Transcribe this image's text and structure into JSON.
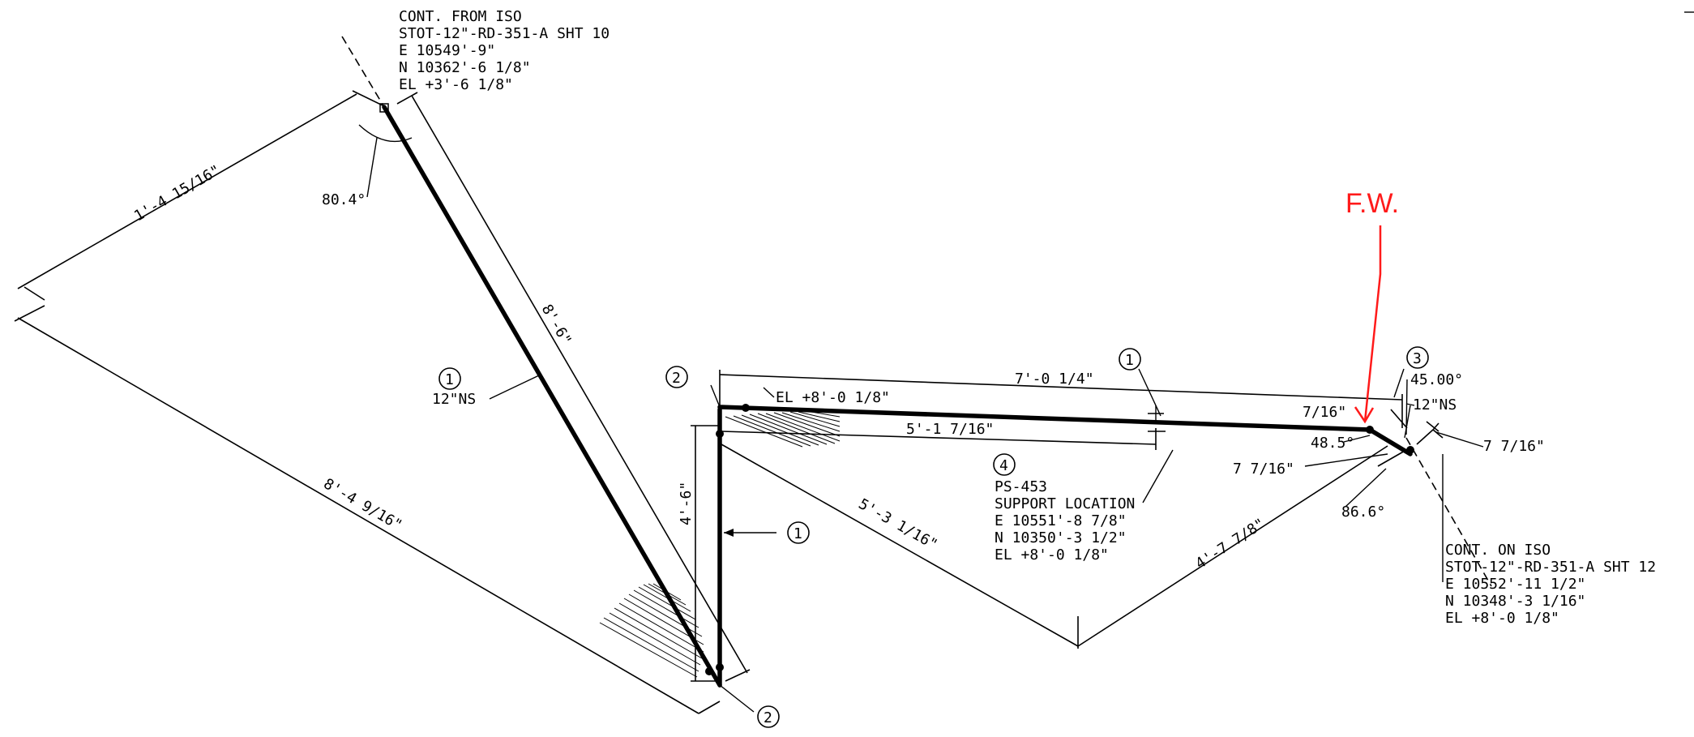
{
  "drawing": {
    "start_note": {
      "lines": [
        "CONT. FROM ISO",
        "STOT-12\"-RD-351-A SHT 10",
        "E 10549'-9\"",
        "N 10362'-6 1/8\"",
        "EL +3'-6 1/8\""
      ]
    },
    "end_note": {
      "lines": [
        "CONT. ON ISO",
        "STOT-12\"-RD-351-A SHT 12",
        "E 10552'-11 1/2\"",
        "N 10348'-3 1/16\"",
        "EL +8'-0 1/8\""
      ]
    },
    "support_note": {
      "lines": [
        "PS-453",
        "SUPPORT LOCATION",
        "E 10551'-8 7/8\"",
        "N 10350'-3 1/2\"",
        "EL +8'-0 1/8\""
      ]
    },
    "dimensions": {
      "d_1_4_15_16": "1'-4 15/16\"",
      "d_8_6": "8'-6\"",
      "d_8_4_9_16": "8'-4 9/16\"",
      "d_4_6": "4'-6\"",
      "d_7_0_1_4": "7'-0 1/4\"",
      "d_5_1_7_16": "5'-1 7/16\"",
      "d_5_3_1_16": "5'-3 1/16\"",
      "d_4_7_7_8": "4'-7 7/8\"",
      "d_7_16": "7/16\"",
      "d_7_7_16_a": "7 7/16\"",
      "d_7_7_16_b": "7 7/16\""
    },
    "angles": {
      "a_80_4": "80.4°",
      "a_48_5": "48.5°",
      "a_86_6": "86.6°",
      "a_45_00": "45.00°"
    },
    "elevation_label": "EL +8'-0 1/8\"",
    "size_labels": {
      "pipe_size_a": "12\"NS",
      "pipe_size_b": "12\"NS"
    },
    "bubbles": {
      "b1_a": "1",
      "b1_b": "1",
      "b1_c": "1",
      "b2_a": "2",
      "b2_b": "2",
      "b3": "3",
      "b4": "4"
    },
    "markup": {
      "text": "F.W.",
      "color": "#ff1a1a"
    }
  }
}
